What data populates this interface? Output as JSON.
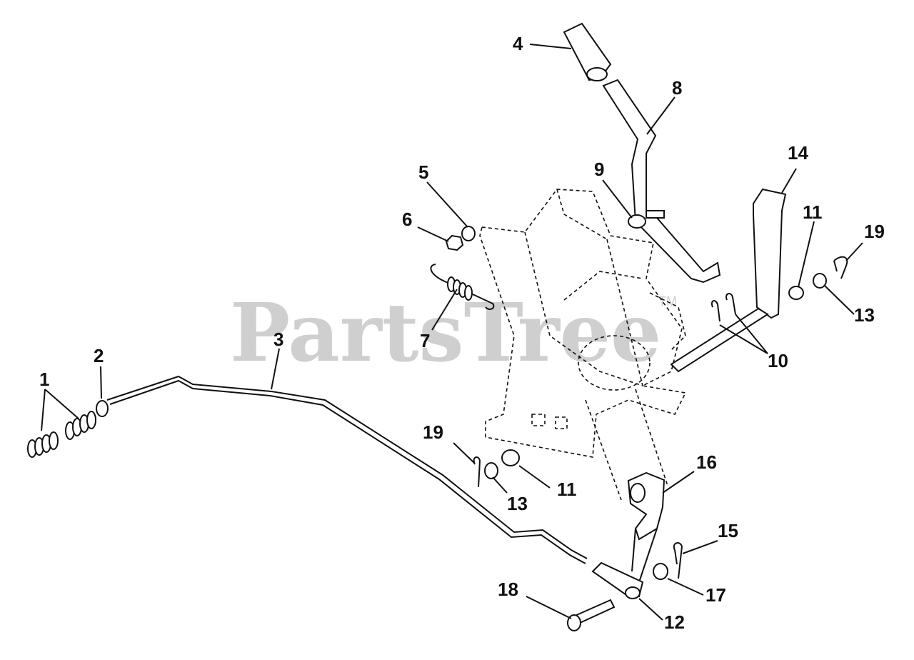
{
  "watermark": {
    "text": "PartsTree",
    "trademark": "TM"
  },
  "callouts": [
    {
      "id": "1",
      "label": "1"
    },
    {
      "id": "2",
      "label": "2"
    },
    {
      "id": "3",
      "label": "3"
    },
    {
      "id": "4",
      "label": "4"
    },
    {
      "id": "5",
      "label": "5"
    },
    {
      "id": "6",
      "label": "6"
    },
    {
      "id": "7",
      "label": "7"
    },
    {
      "id": "8",
      "label": "8"
    },
    {
      "id": "9",
      "label": "9"
    },
    {
      "id": "10",
      "label": "10"
    },
    {
      "id": "11a",
      "label": "11"
    },
    {
      "id": "11b",
      "label": "11"
    },
    {
      "id": "12",
      "label": "12"
    },
    {
      "id": "13a",
      "label": "13"
    },
    {
      "id": "13b",
      "label": "13"
    },
    {
      "id": "14",
      "label": "14"
    },
    {
      "id": "15",
      "label": "15"
    },
    {
      "id": "16",
      "label": "16"
    },
    {
      "id": "17",
      "label": "17"
    },
    {
      "id": "18",
      "label": "18"
    },
    {
      "id": "19a",
      "label": "19"
    },
    {
      "id": "19b",
      "label": "19"
    }
  ]
}
